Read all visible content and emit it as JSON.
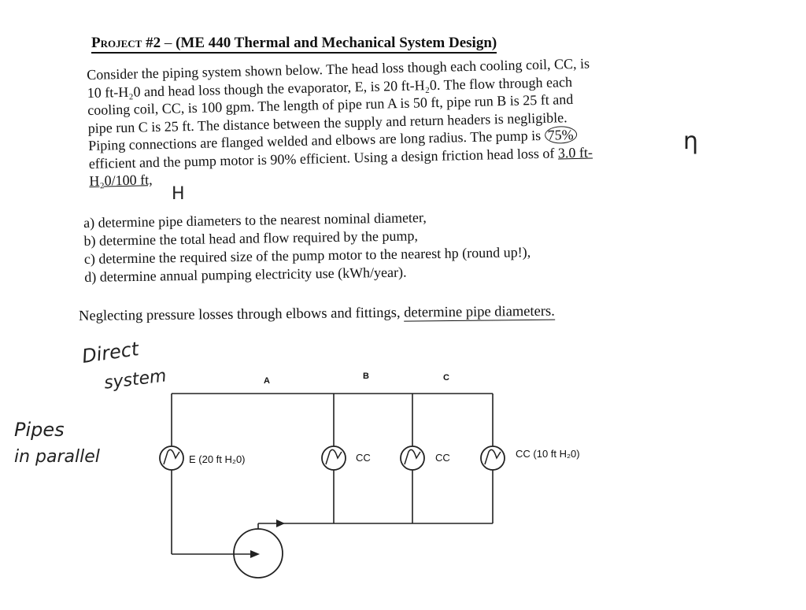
{
  "title": {
    "project": "Project #2",
    "dash": " – ",
    "course": "(ME 440 Thermal and Mechanical System Design)"
  },
  "problem": {
    "lines": [
      "Consider the piping system shown below. The head loss though each cooling coil, CC, is",
      "10 ft-H₂0 and head loss though the evaporator, E, is 20 ft-H₂0.  The flow through each",
      "cooling coil, CC, is 100 gpm.  The length of pipe run A is 50 ft, pipe run B is 25 ft and",
      "pipe run C is 25 ft.  The distance between the supply and return headers is negligible."
    ],
    "line5_a": "Piping connections are flanged welded and elbows are long radius.  The pump is",
    "line5_pct": "75%",
    "line6_a": "efficient and the pump motor is 90% efficient. Using a design friction head loss of",
    "line6_b": "3.0 ft-",
    "line7": "H₂0/100 ft,"
  },
  "tasks": [
    "a) determine pipe diameters to the nearest nominal diameter,",
    "b) determine the total head and flow required by the pump,",
    "c) determine the required size of the pump motor to the nearest hp (round up!),",
    "d) determine annual pumping electricity use (kWh/year)."
  ],
  "neglect": {
    "a": "Neglecting pressure losses through elbows and fittings, ",
    "b": "determine pipe diameters."
  },
  "handwriting": {
    "eta": "η",
    "H": "H",
    "direct": "Direct",
    "system": "system",
    "pipes": "Pipes",
    "parallel": "in parallel"
  },
  "diagram": {
    "run_a": "A",
    "run_b": "B",
    "run_c": "C",
    "evaporator": "E (20 ft H₂0)",
    "coil_1": "CC",
    "coil_2": "CC",
    "coil_3": "CC (10 ft H₂0)"
  }
}
